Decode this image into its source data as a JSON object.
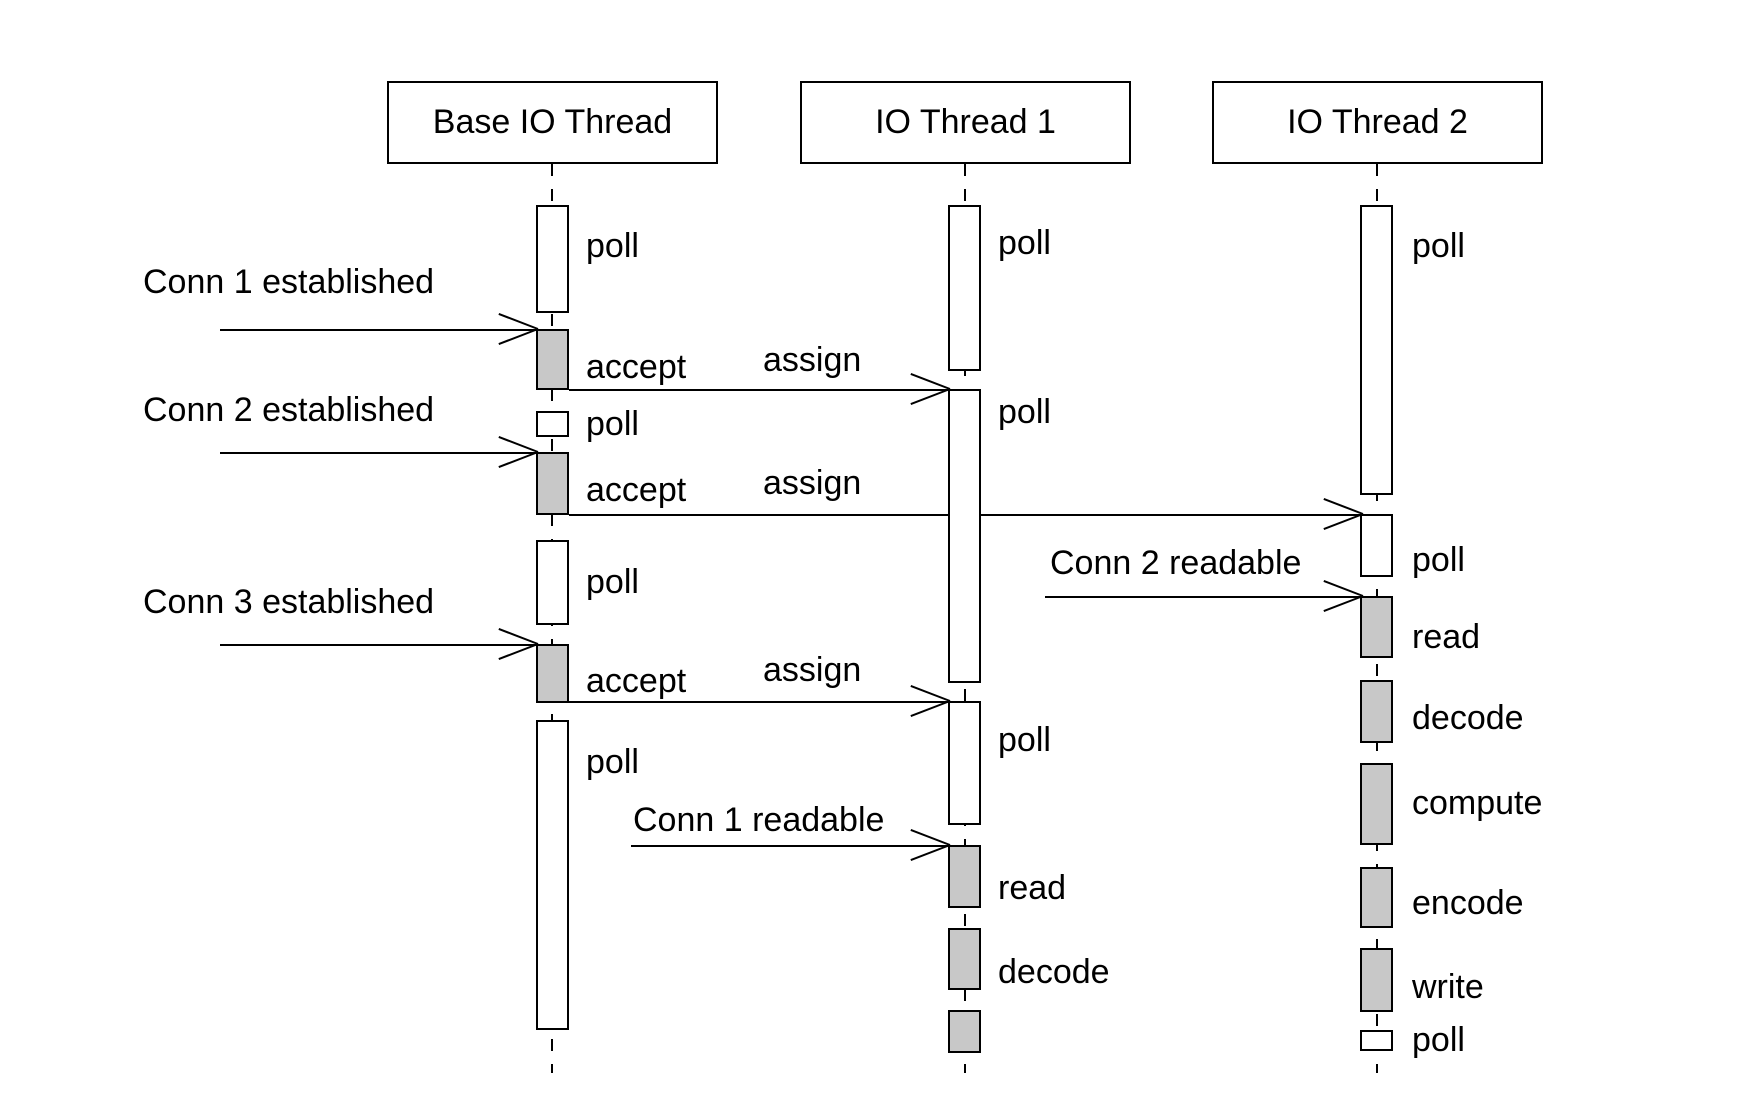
{
  "threads": [
    {
      "label": "Base IO Thread"
    },
    {
      "label": "IO Thread 1"
    },
    {
      "label": "IO Thread 2"
    }
  ],
  "base_ops": {
    "poll1": "poll",
    "accept1": "accept",
    "poll2": "poll",
    "accept2": "accept",
    "poll3": "poll",
    "accept3": "accept",
    "poll4": "poll"
  },
  "thread1_ops": {
    "poll1": "poll",
    "poll2": "poll",
    "poll3": "poll",
    "read": "read",
    "decode": "decode"
  },
  "thread2_ops": {
    "poll1": "poll",
    "poll2": "poll",
    "read": "read",
    "decode": "decode",
    "compute": "compute",
    "encode": "encode",
    "write": "write",
    "poll3": "poll"
  },
  "assign_messages": {
    "assign1": "assign",
    "assign2": "assign",
    "assign3": "assign"
  },
  "external_messages": {
    "conn1_established": "Conn 1 established",
    "conn2_established": "Conn 2 established",
    "conn3_established": "Conn 3 established",
    "conn1_readable": "Conn 1 readable",
    "conn2_readable": "Conn 2 readable"
  },
  "colors": {
    "activation_fill_busy": "#c8c8c8",
    "activation_fill_idle": "#ffffff",
    "line": "#000000",
    "background": "#ffffff"
  }
}
